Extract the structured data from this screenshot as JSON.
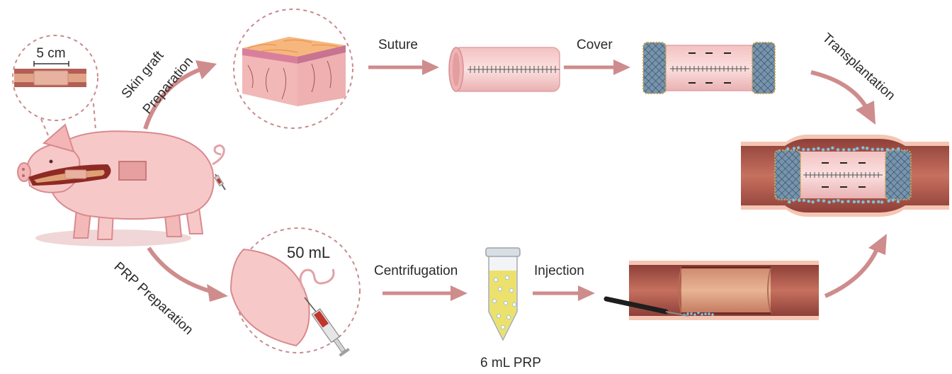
{
  "labels": {
    "scale": "5 cm",
    "skin_graft_line1": "Skin graft",
    "skin_graft_line2": "Preparation",
    "suture": "Suture",
    "cover": "Cover",
    "transplantation": "Transplantation",
    "prp_preparation": "PRP Preparation",
    "volume_blood": "50 mL",
    "centrifugation": "Centrifugation",
    "injection": "Injection",
    "prp_volume": "6 mL PRP"
  },
  "colors": {
    "arrow": "#cf8c8c",
    "pig_skin": "#f6c9c8",
    "pig_outline": "#d98a8e",
    "vessel_wall": "#a9524a",
    "vessel_inner": "#c97a62",
    "graft_tube": "#f8d2d2",
    "stent_mesh": "#6f8fab",
    "prp_yellow": "#ece16c",
    "dashed_circle": "#c98a8e"
  },
  "icons": [
    "pig-icon",
    "skin-tissue-icon",
    "blood-bag-icon",
    "syringe-icon",
    "centrifuge-tube-icon",
    "catheter-icon"
  ]
}
